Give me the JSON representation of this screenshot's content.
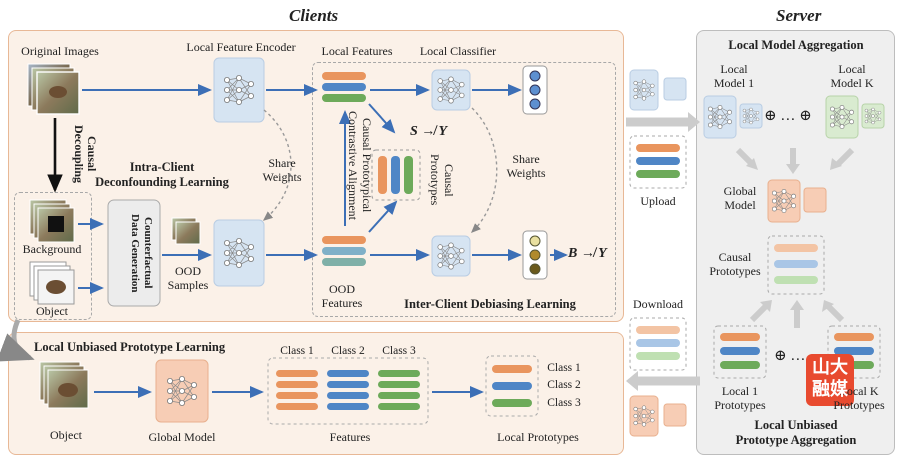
{
  "headers": {
    "clients": "Clients",
    "server": "Server"
  },
  "client": {
    "original_images": "Original Images",
    "local_feature_encoder": "Local Feature Encoder",
    "local_features": "Local Features",
    "local_classifier": "Local Classifier",
    "causal_decoupling": "Causal Decoupling",
    "intra_client_title": "Intra-Client\nDeconfounding Learning",
    "share_weights_1": "Share\nWeights",
    "share_weights_2": "Share\nWeights",
    "causal_prototypical": "Causal Prototypical\nContrastive Alignment",
    "causal_prototypes_vert": "Causal\nPrototypes",
    "s_not_y": "S ↛ Y",
    "b_not_y": "B ↛ Y",
    "background": "Background",
    "object": "Object",
    "counterfactual": "Counterfactual\nData Generation",
    "ood_samples": "OOD\nSamples",
    "ood_features": "OOD\nFeatures",
    "inter_client_title": "Inter-Client Debiasing Learning"
  },
  "lower": {
    "title": "Local Unbiased Prototype  Learning",
    "object": "Object",
    "global_model": "Global Model",
    "features": "Features",
    "local_prototypes": "Local Prototypes",
    "class_headers": [
      "Class 1",
      "Class 2",
      "Class 3"
    ],
    "legend": [
      "Class 1",
      "Class 2",
      "Class 3"
    ]
  },
  "middle": {
    "upload": "Upload",
    "download": "Download"
  },
  "server": {
    "aggregation_title": "Local Model Aggregation",
    "local_model_1": "Local\nModel 1",
    "local_model_k": "Local\nModel K",
    "plus_dots": "⊕ … ⊕",
    "global_model": "Global\nModel",
    "causal_prototypes": "Causal\nPrototypes",
    "local_1_prototypes": "Local 1\nPrototypes",
    "local_k_prototypes": "Local K\nPrototypes",
    "plus_dots_small": "⊕ …",
    "proto_agg_title": "Local Unbiased\nPrototype Aggregation",
    "watermark": "山大融媒"
  },
  "colors": {
    "client_panel": "#fbf1e8",
    "lower_panel": "#fbf1e8",
    "server_panel": "#efefef",
    "blue_net": "#d6e4f2",
    "orange_net": "#f7cdb5",
    "green_net": "#d9ebd0",
    "arrow_blue": "#3c6fb6",
    "orange_bar": "#e9955e",
    "blue_bar": "#4f86c6",
    "green_bar": "#6daa5a",
    "teal_bar": "#7fb0a8"
  }
}
